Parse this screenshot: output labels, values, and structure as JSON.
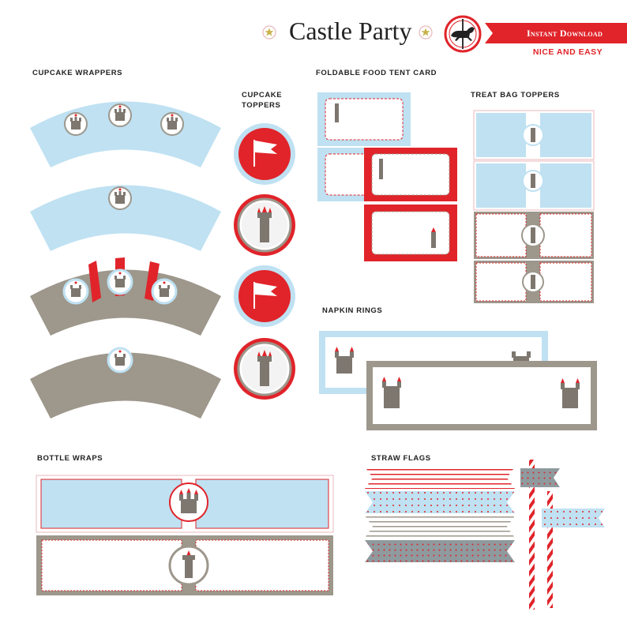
{
  "header": {
    "title": "Castle Party",
    "banner": "Instant Download",
    "tagline": "NICE AND EASY"
  },
  "sections": {
    "cupcake_wrappers": "CUPCAKE WRAPPERS",
    "cupcake_toppers": [
      "CUPCAKE",
      "TOPPERS"
    ],
    "food_tent": "FOLDABLE FOOD TENT CARD",
    "treat_bag": "TREAT BAG TOPPERS",
    "napkin_rings": "NAPKIN RINGS",
    "bottle_wraps": "BOTTLE WRAPS",
    "straw_flags": "STRAW FLAGS"
  },
  "colors": {
    "blue": "#bfe1f2",
    "red": "#e0242a",
    "taupe": "#9d978c",
    "gray_castle": "#7d776f",
    "white": "#ffffff"
  },
  "icons": [
    "castle-icon",
    "flag-icon",
    "tower-icon",
    "carousel-horse-icon",
    "star-icon"
  ]
}
